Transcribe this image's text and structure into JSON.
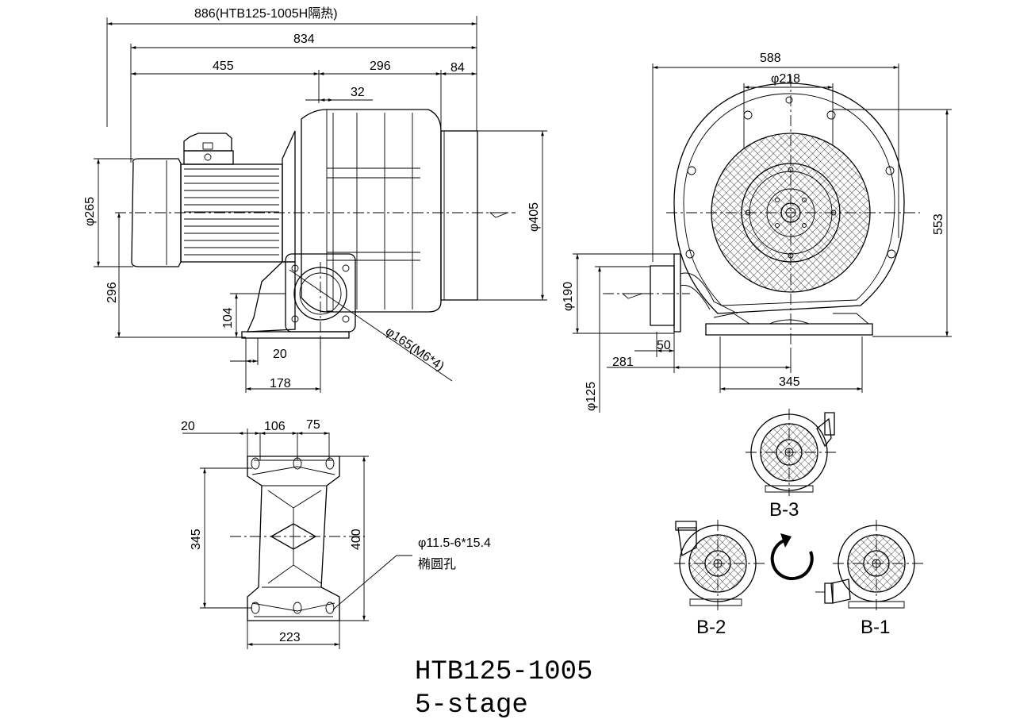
{
  "model": "HTB125-1005",
  "stage": "5-stage",
  "views": {
    "b1": "B-1",
    "b2": "B-2",
    "b3": "B-3"
  },
  "hole_note": {
    "spec": "φ11.5-6*15.4",
    "desc": "椭圆孔"
  },
  "dimensions": {
    "d886": "886(HTB125-1005H隔热)",
    "d834": "834",
    "d455": "455",
    "d296": "296",
    "d84": "84",
    "d32": "32",
    "d265": "φ265",
    "d405": "φ405",
    "d296v": "296",
    "d104": "104",
    "d20": "20",
    "d178": "178",
    "d165": "φ165(M6*4)",
    "d588": "588",
    "d218": "φ218",
    "d553": "553",
    "d190": "φ190",
    "d50": "50",
    "d281": "281",
    "d345": "345",
    "d125": "φ125",
    "b20": "20",
    "b106": "106",
    "b75": "75",
    "b345": "345",
    "b400": "400",
    "b223": "223"
  }
}
